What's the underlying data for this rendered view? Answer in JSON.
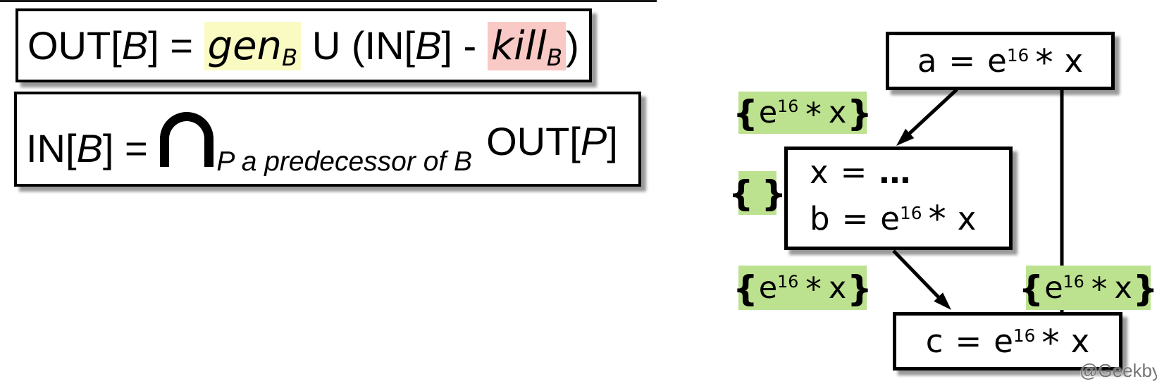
{
  "colors": {
    "highlight_yellow": "#FAFAC3",
    "highlight_pink": "#F9C9C5",
    "highlight_green": "#BCE18F",
    "watermark_gray": "#757575"
  },
  "formulas": {
    "out": {
      "lhs_open": "OUT[",
      "lhs_var": "B",
      "lhs_close": "] = ",
      "gen": "gen",
      "gen_sub": "B",
      "union": " U (IN[",
      "in_var": "B",
      "in_close": "] - ",
      "kill": "kill",
      "kill_sub": "B",
      "paren_close": ")"
    },
    "in": {
      "lhs_open": "IN[",
      "lhs_var": "B",
      "lhs_close": "] = ",
      "intersection_icon": "∩",
      "cap_sub": "P a predecessor of B",
      "rhs_open": "OUT[",
      "rhs_var": "P",
      "rhs_close": "]"
    }
  },
  "graph": {
    "node_a": {
      "var": "a",
      "eq": "=",
      "base": "e",
      "sup": "16",
      "mul": "*",
      "arg": "x"
    },
    "node_b": {
      "line1_var": "x",
      "line1_eq": "=",
      "line1_rhs": "…",
      "line2_var": "b",
      "line2_eq": "=",
      "line2_base": "e",
      "line2_sup": "16",
      "line2_mul": "*",
      "line2_arg": "x"
    },
    "node_c": {
      "var": "c",
      "eq": "=",
      "base": "e",
      "sup": "16",
      "mul": "*",
      "arg": "x"
    },
    "labels": {
      "out_a": {
        "open": "{",
        "base": "e",
        "sup": "16",
        "mul": "*",
        "arg": "x",
        "close": "}"
      },
      "in_b": {
        "open": "{",
        "close": "}"
      },
      "out_b": {
        "open": "{",
        "base": "e",
        "sup": "16",
        "mul": "*",
        "arg": "x",
        "close": "}"
      },
      "out_a2": {
        "open": "{",
        "base": "e",
        "sup": "16",
        "mul": "*",
        "arg": "x",
        "close": "}"
      }
    }
  },
  "watermark": "@Geekby"
}
